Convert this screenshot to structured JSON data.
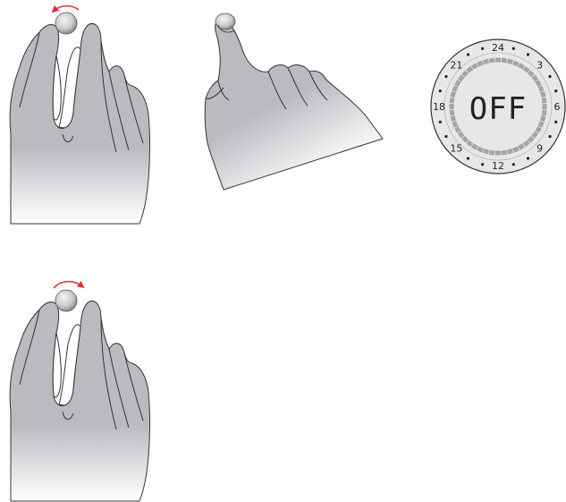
{
  "timer": {
    "display": "OFF",
    "hour_labels": [
      "24",
      "3",
      "6",
      "9",
      "12",
      "15",
      "18",
      "21"
    ]
  },
  "colors": {
    "hand_fill": "#b9bbc0",
    "hand_stroke": "#333333",
    "dial_face": "#e6e7e8",
    "segment": "#a2a4a8",
    "arrow": "#e03030"
  },
  "illustrations": [
    {
      "icon": "rotate-counterclockwise-arrow-icon"
    },
    {
      "icon": "press-button-icon"
    },
    {
      "icon": "rotate-clockwise-arrow-icon"
    }
  ]
}
